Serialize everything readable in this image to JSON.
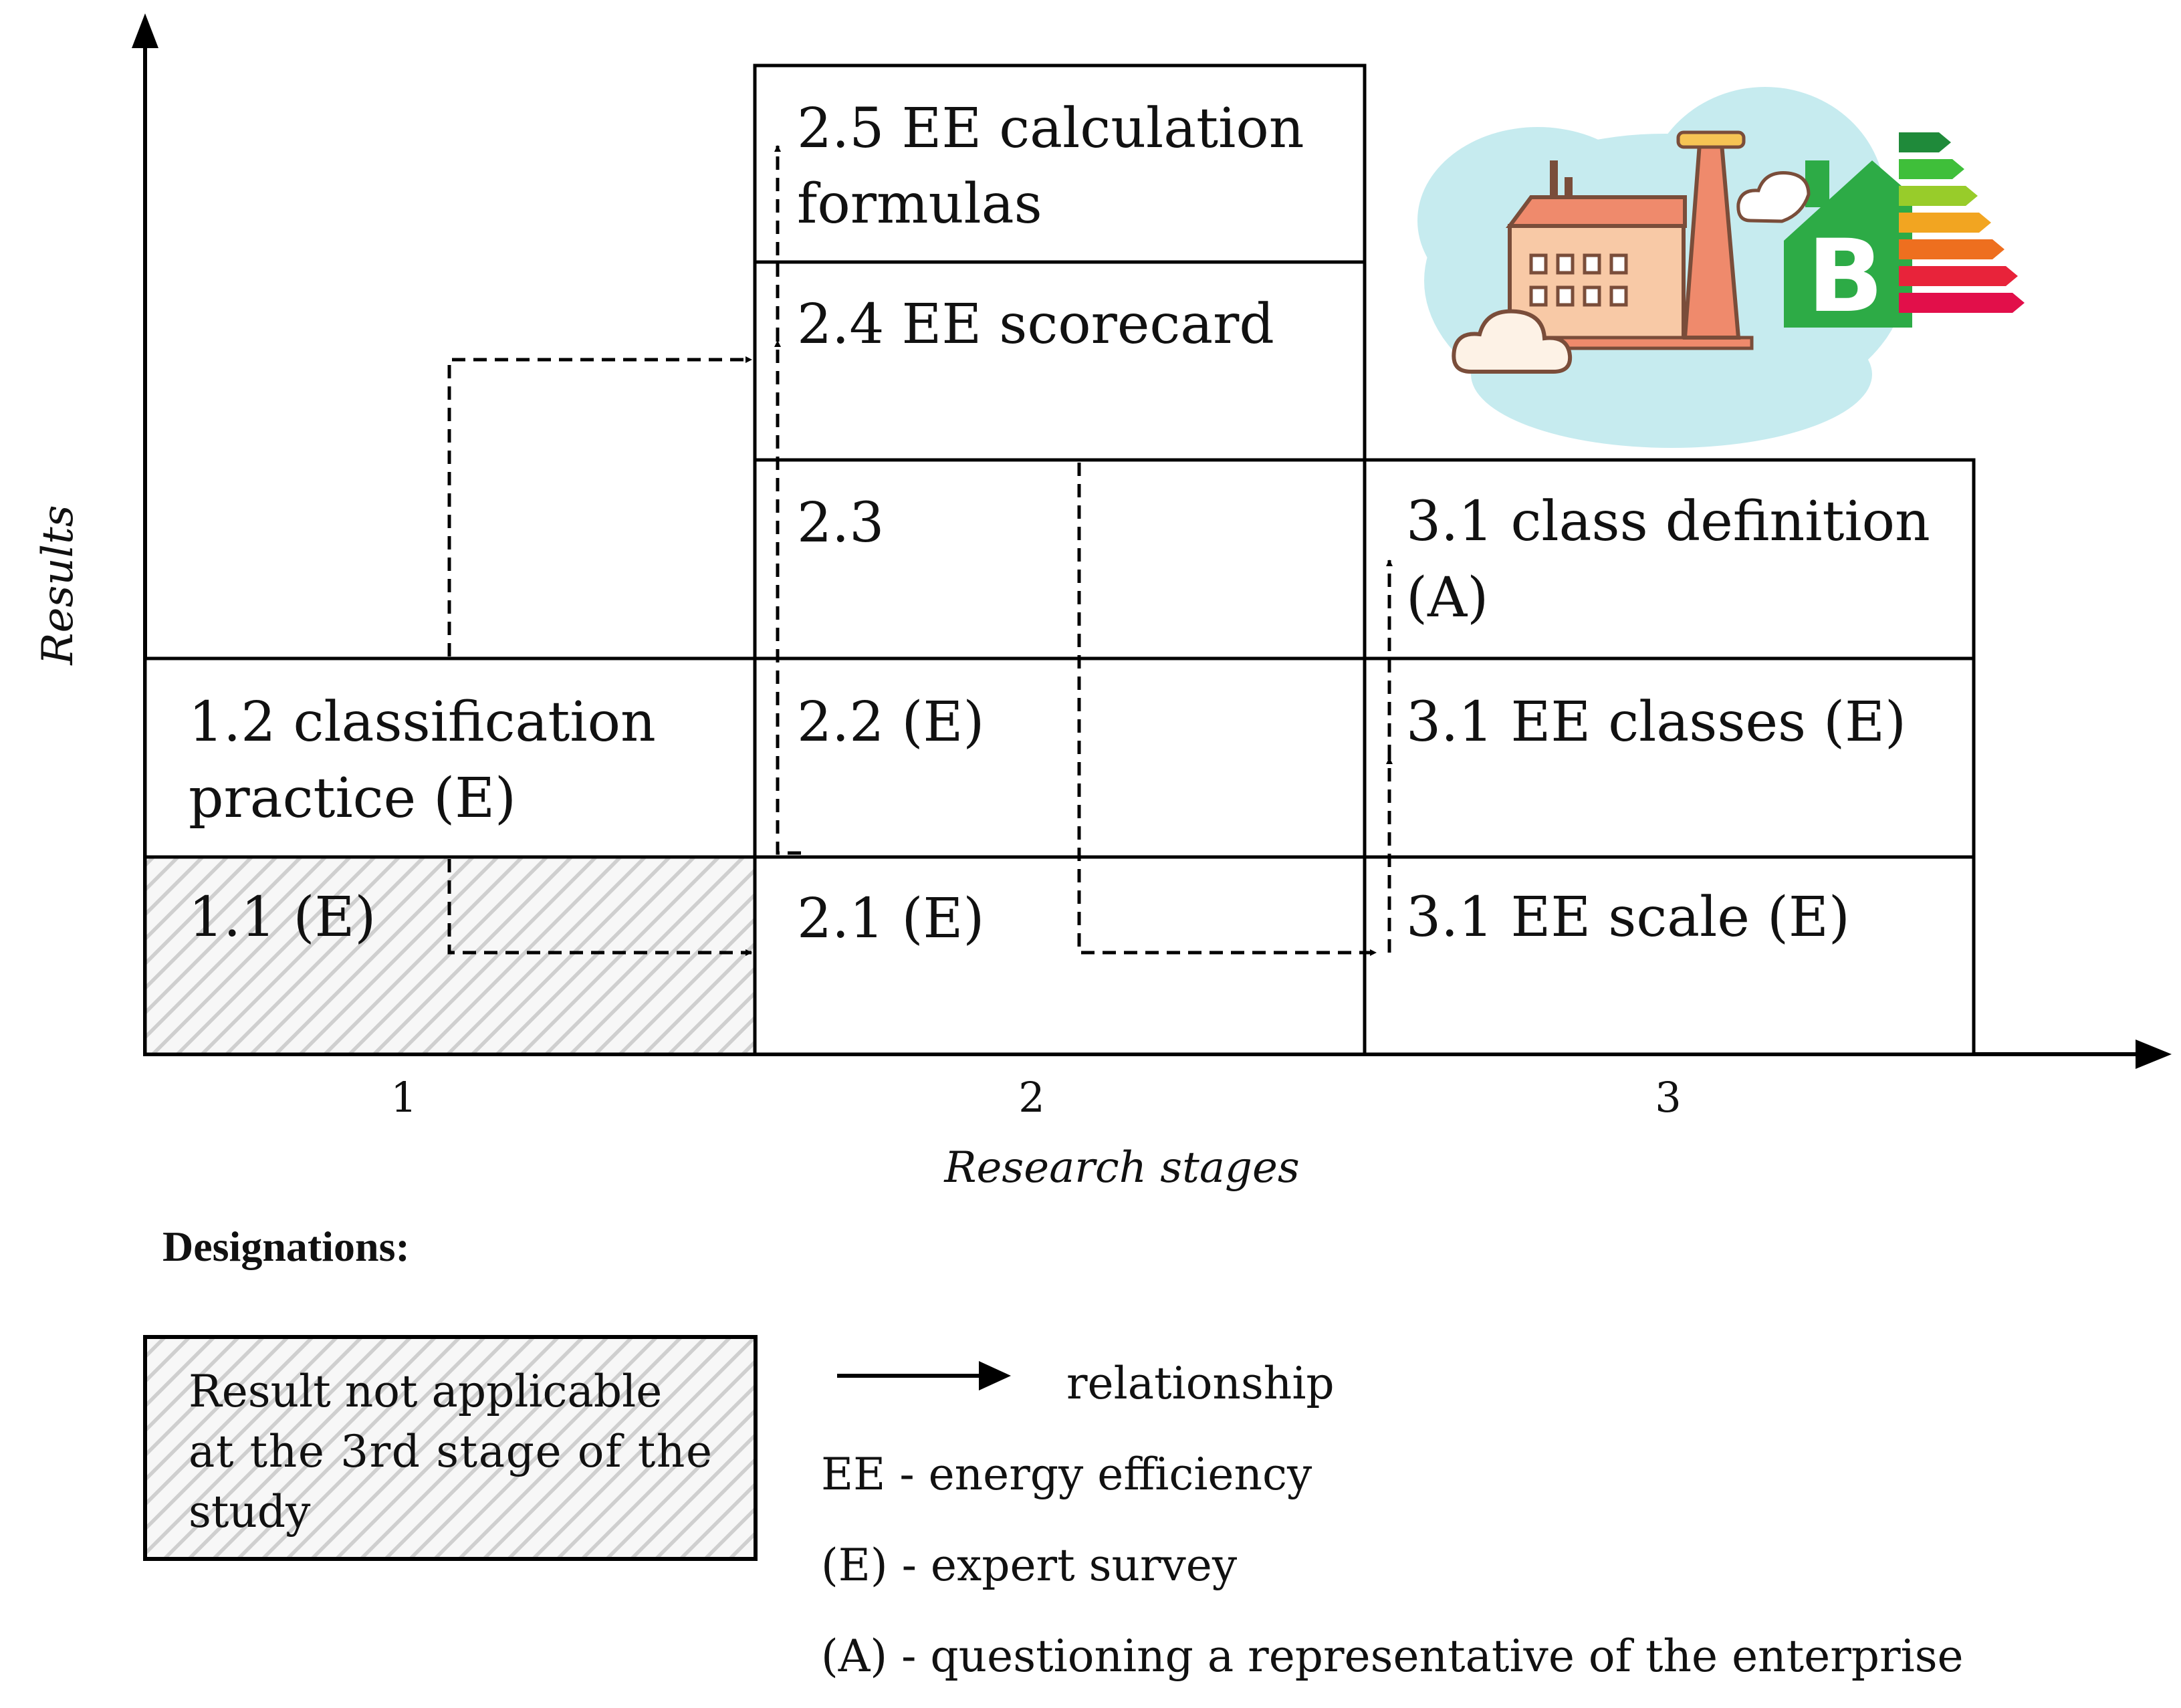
{
  "axes": {
    "y_title": "Results",
    "x_title": "Research stages",
    "stage_ticks": [
      "1",
      "2",
      "3"
    ]
  },
  "cells": {
    "c11": {
      "lines": [
        "1.1 (E)"
      ],
      "not_applicable": true
    },
    "c12": {
      "lines": [
        "1.2 classification",
        "practice (E)"
      ]
    },
    "c21": {
      "lines": [
        "2.1 (E)"
      ]
    },
    "c22": {
      "lines": [
        "2.2 (E)"
      ]
    },
    "c23": {
      "lines": [
        "2.3"
      ]
    },
    "c24": {
      "lines": [
        "2.4 EE scorecard"
      ]
    },
    "c25": {
      "lines": [
        "2.5 EE calculation",
        "formulas"
      ]
    },
    "c31a": {
      "lines": [
        "3.1 EE scale (E)"
      ]
    },
    "c31b": {
      "lines": [
        "3.1 EE classes (E)"
      ]
    },
    "c31c": {
      "lines": [
        "3.1 class definition",
        "(A)"
      ]
    }
  },
  "illustration": {
    "icon": "energy-efficient-factory-icon",
    "energy_class_letter": "B",
    "colors": {
      "cloud": "#c6ebef",
      "roof": "#ef8a6c",
      "wall": "#f8c9a6",
      "house_green": "#2dab46",
      "bars": [
        "#1f8a3a",
        "#3fbf3a",
        "#98cc2a",
        "#f2a521",
        "#ee6f1f",
        "#e8233a",
        "#e20f4a"
      ]
    }
  },
  "legend": {
    "heading": "Designations:",
    "hatch_box_lines": [
      "Result not applicable",
      "at the 3rd stage of the",
      "study"
    ],
    "relationship_label": "relationship",
    "abbreviations": [
      "EE - energy efficiency",
      "(E) - expert survey",
      "(A) - questioning a representative of the enterprise"
    ]
  }
}
